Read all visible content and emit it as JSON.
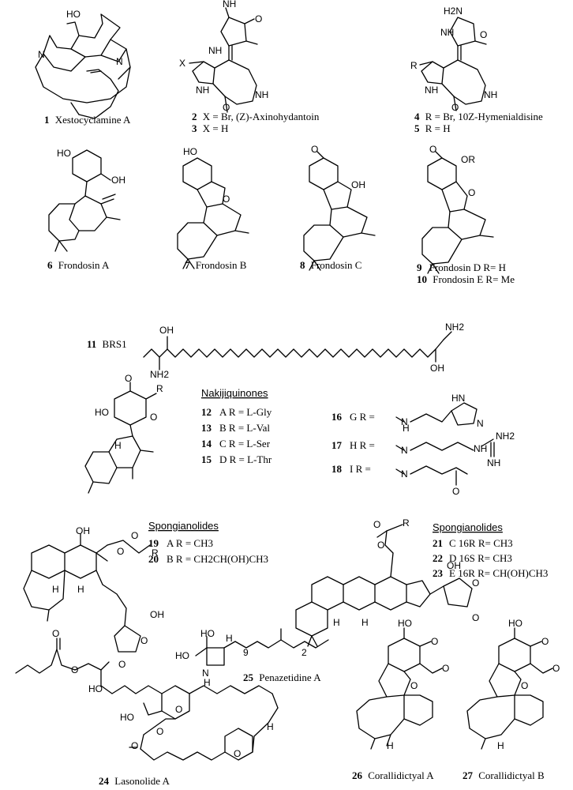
{
  "compounds": {
    "c1": {
      "num": "1",
      "label": "Xestocyclamine A"
    },
    "c2": {
      "num": "2",
      "label": "X =  Br, (Z)-Axinohydantoin"
    },
    "c3": {
      "num": "3",
      "label": "X =  H"
    },
    "c4": {
      "num": "4",
      "label": "R = Br, 10Z-Hymenialdisine"
    },
    "c5": {
      "num": "5",
      "label": "R = H"
    },
    "c6": {
      "num": "6",
      "label": "Frondosin A"
    },
    "c7": {
      "num": "7",
      "label": "Frondosin B"
    },
    "c8": {
      "num": "8",
      "label": "Frondosin C"
    },
    "c9": {
      "num": "9",
      "label": "Frondosin D  R= H"
    },
    "c10": {
      "num": "10",
      "label": "Frondosin E  R= Me"
    },
    "c11": {
      "num": "11",
      "label": "BRS1"
    },
    "c24": {
      "num": "24",
      "label": "Lasonolide A"
    },
    "c25": {
      "num": "25",
      "label": "Penazetidine A"
    },
    "c26": {
      "num": "26",
      "label": "Corallidictyal A"
    },
    "c27": {
      "num": "27",
      "label": "Corallidictyal B"
    }
  },
  "nakijiquinones": {
    "header": "Nakijiquinones",
    "rows": [
      {
        "num": "12",
        "text": "A    R = L-Gly"
      },
      {
        "num": "13",
        "text": "B    R = L-Val"
      },
      {
        "num": "14",
        "text": "C    R = L-Ser"
      },
      {
        "num": "15",
        "text": "D    R = L-Thr"
      }
    ],
    "rows2": [
      {
        "num": "16",
        "text": "G  R ="
      },
      {
        "num": "17",
        "text": "H  R ="
      },
      {
        "num": "18",
        "text": "I   R ="
      }
    ]
  },
  "spongianolides_left": {
    "header": "Spongianolides",
    "rows": [
      {
        "num": "19",
        "text": "A    R = CH3"
      },
      {
        "num": "20",
        "text": "B    R = CH2CH(OH)CH3"
      }
    ]
  },
  "spongianolides_right": {
    "header": "Spongianolides",
    "rows": [
      {
        "num": "21",
        "text": "C   16R R= CH3"
      },
      {
        "num": "22",
        "text": "D   16S R= CH3"
      },
      {
        "num": "23",
        "text": "E   16R R= CH(OH)CH3"
      }
    ]
  },
  "atoms": {
    "HO": "HO",
    "OH": "OH",
    "N": "N",
    "NH": "NH",
    "H": "H",
    "O": "O",
    "X": "X",
    "R": "R",
    "H2N": "H2N",
    "NH2": "NH2",
    "OR": "OR",
    "HN": "HN",
    "sub9": "9",
    "sub2": "2"
  }
}
